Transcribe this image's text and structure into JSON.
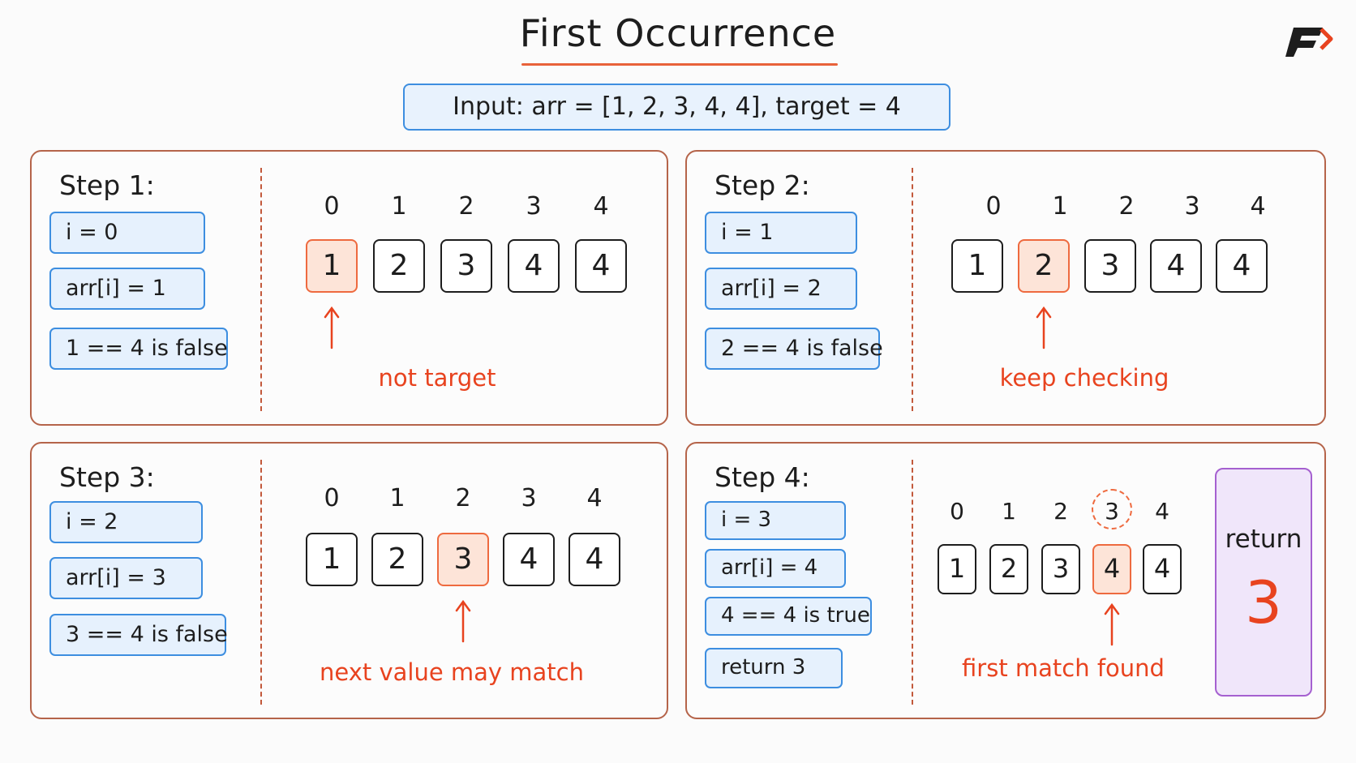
{
  "title": "First Occurrence",
  "input": "Input:  arr = [1, 2, 3, 4, 4], target = 4",
  "steps": [
    {
      "title": "Step 1:",
      "info": [
        "i = 0",
        "arr[i] = 1",
        "1 == 4 is false"
      ],
      "indices": [
        "0",
        "1",
        "2",
        "3",
        "4"
      ],
      "cells": [
        "1",
        "2",
        "3",
        "4",
        "4"
      ],
      "highlight": 0,
      "note": "not target"
    },
    {
      "title": "Step 2:",
      "info": [
        "i = 1",
        "arr[i] = 2",
        "2 == 4 is false"
      ],
      "indices": [
        "0",
        "1",
        "2",
        "3",
        "4"
      ],
      "cells": [
        "1",
        "2",
        "3",
        "4",
        "4"
      ],
      "highlight": 1,
      "note": "keep checking"
    },
    {
      "title": "Step 3:",
      "info": [
        "i = 2",
        "arr[i] = 3",
        "3 == 4 is false"
      ],
      "indices": [
        "0",
        "1",
        "2",
        "3",
        "4"
      ],
      "cells": [
        "1",
        "2",
        "3",
        "4",
        "4"
      ],
      "highlight": 2,
      "note": "next value may match"
    },
    {
      "title": "Step 4:",
      "info": [
        "i = 3",
        "arr[i] = 4",
        "4 == 4 is true",
        "return 3"
      ],
      "indices": [
        "0",
        "1",
        "2",
        "3",
        "4"
      ],
      "cells": [
        "1",
        "2",
        "3",
        "4",
        "4"
      ],
      "highlight": 3,
      "note": "first match found"
    }
  ],
  "result": {
    "label": "return",
    "value": "3"
  },
  "colors": {
    "accent": "#e8431f",
    "info_border": "#3d8ee0",
    "result_border": "#a560d0"
  }
}
